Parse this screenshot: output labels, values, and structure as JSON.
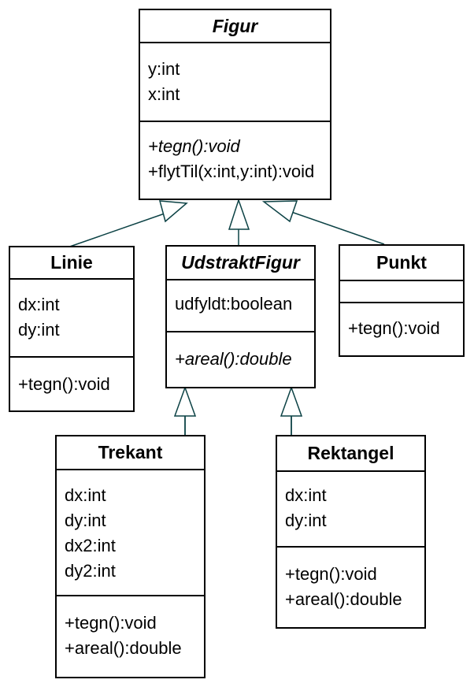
{
  "colors": {
    "connector": "#0c4245",
    "box_border": "#000000",
    "text": "#000000",
    "background": "#ffffff"
  },
  "classes": {
    "figur": {
      "name": "Figur",
      "abstract": true,
      "attributes": [
        "y:int",
        "x:int"
      ],
      "methods": [
        "+tegn():void",
        "+flytTil(x:int,y:int):void"
      ]
    },
    "linie": {
      "name": "Linie",
      "abstract": false,
      "attributes": [
        "dx:int",
        "dy:int"
      ],
      "methods": [
        "+tegn():void"
      ]
    },
    "udstraktfigur": {
      "name": "UdstraktFigur",
      "abstract": true,
      "attributes": [
        "udfyldt:boolean"
      ],
      "methods": [
        "+areal():double"
      ]
    },
    "punkt": {
      "name": "Punkt",
      "abstract": false,
      "attributes": [],
      "methods": [
        "+tegn():void"
      ]
    },
    "trekant": {
      "name": "Trekant",
      "abstract": false,
      "attributes": [
        "dx:int",
        "dy:int",
        "dx2:int",
        "dy2:int"
      ],
      "methods": [
        "+tegn():void",
        "+areal():double"
      ]
    },
    "rektangel": {
      "name": "Rektangel",
      "abstract": false,
      "attributes": [
        "dx:int",
        "dy:int"
      ],
      "methods": [
        "+tegn():void",
        "+areal():double"
      ]
    }
  },
  "relationships": [
    {
      "type": "generalization",
      "from": "Linie",
      "to": "Figur"
    },
    {
      "type": "generalization",
      "from": "UdstraktFigur",
      "to": "Figur"
    },
    {
      "type": "generalization",
      "from": "Punkt",
      "to": "Figur"
    },
    {
      "type": "generalization",
      "from": "Trekant",
      "to": "UdstraktFigur"
    },
    {
      "type": "generalization",
      "from": "Rektangel",
      "to": "UdstraktFigur"
    }
  ]
}
